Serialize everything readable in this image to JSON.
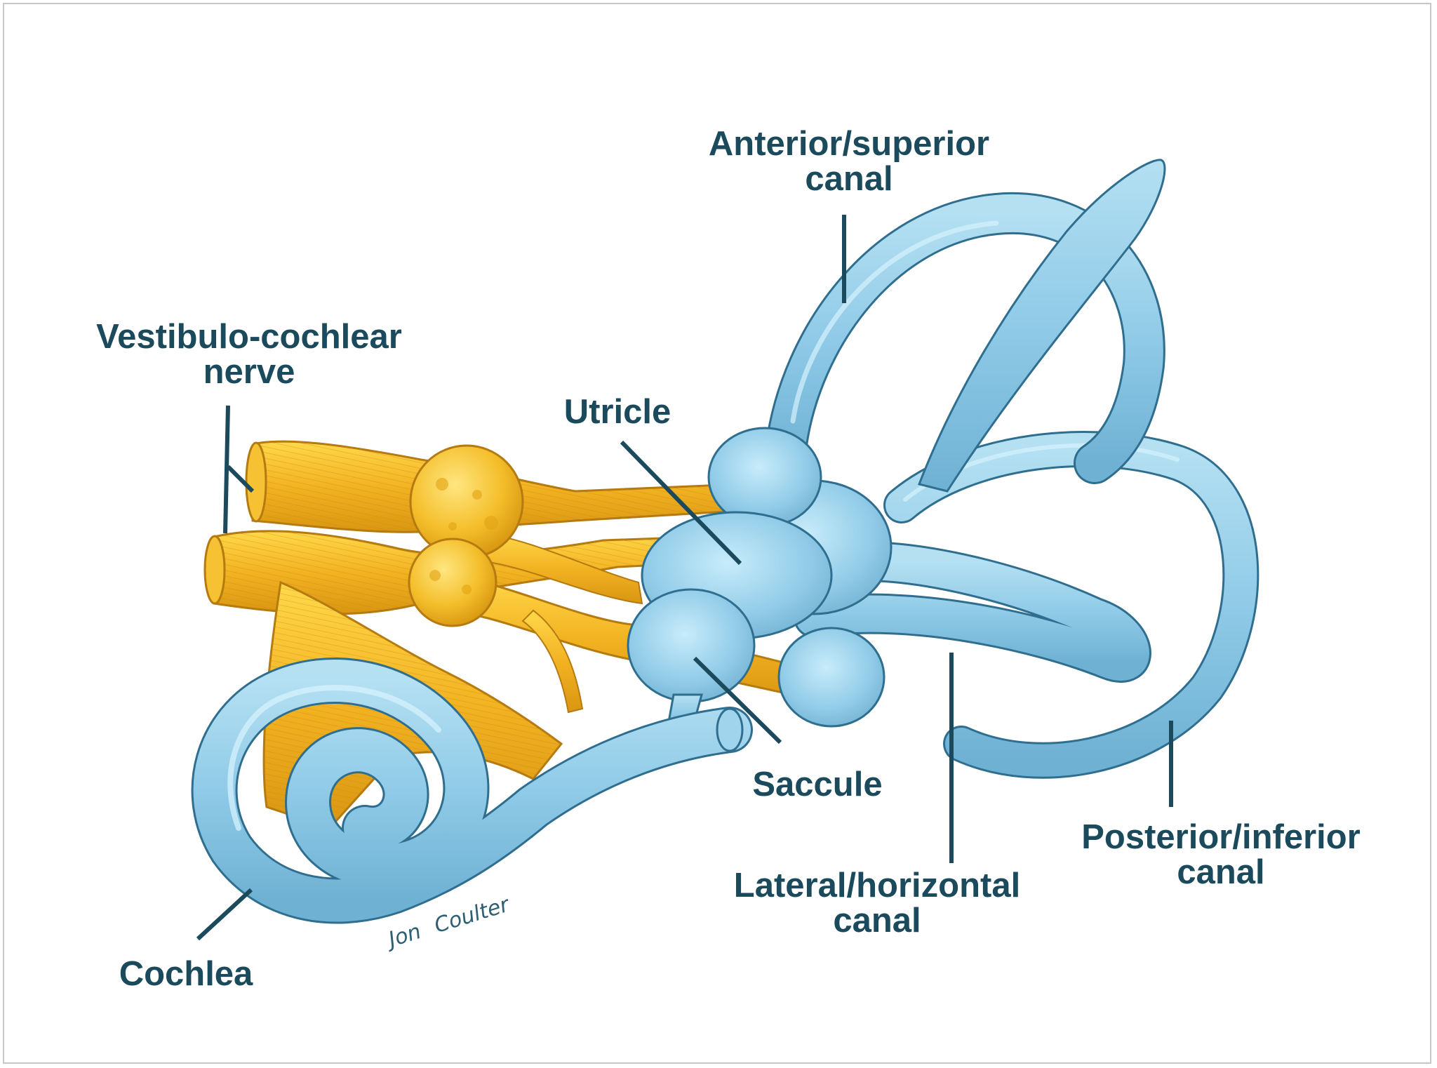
{
  "labels": {
    "anterior": {
      "line1": "Anterior/superior",
      "line2": "canal"
    },
    "vestibulo": {
      "line1": "Vestibulo-cochlear",
      "line2": "nerve"
    },
    "utricle": {
      "line1": "Utricle"
    },
    "saccule": {
      "line1": "Saccule"
    },
    "posterior": {
      "line1": "Posterior/inferior",
      "line2": "canal"
    },
    "lateral": {
      "line1": "Lateral/horizontal",
      "line2": "canal"
    },
    "cochlea": {
      "line1": "Cochlea"
    }
  },
  "signature": {
    "first": "Jon",
    "last": "Coulter"
  },
  "colors": {
    "label_text": "#1b4a5c",
    "leader_line": "#1b4a5c",
    "labyrinth_fill": "#8cc8e6",
    "labyrinth_outline": "#2f6e8e",
    "nerve_fill": "#f0ae1c",
    "nerve_highlight": "#ffd84a",
    "nerve_outline": "#b57a10",
    "frame": "#c8c8c8"
  }
}
